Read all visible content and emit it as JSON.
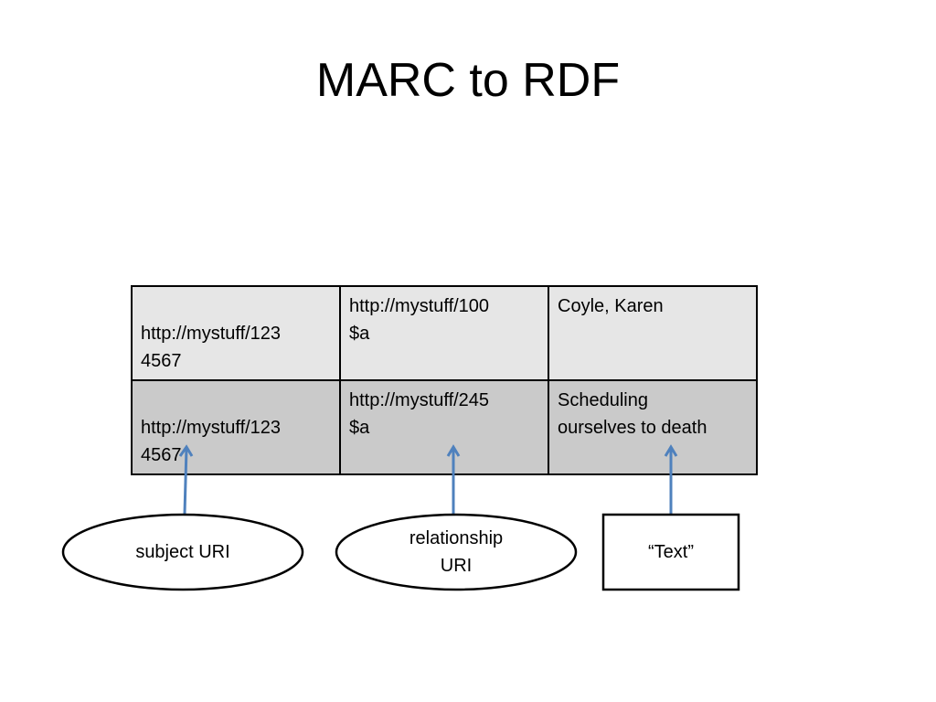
{
  "slide": {
    "title": "MARC to RDF"
  },
  "table": {
    "rows": [
      {
        "subject": "http://mystuff/123\n4567",
        "relationship": "http://mystuff/100\n$a",
        "text": "Coyle, Karen"
      },
      {
        "subject": "http://mystuff/123\n4567",
        "relationship": "http://mystuff/245\n$a",
        "text": "Scheduling\nourselves to death"
      }
    ]
  },
  "labels": {
    "subject": "subject URI",
    "relationship": "relationship\nURI",
    "text": "“Text”"
  },
  "colors": {
    "arrow": "#4f81bd",
    "row1_fill": "#e6e6e6",
    "row2_fill": "#cacaca"
  }
}
